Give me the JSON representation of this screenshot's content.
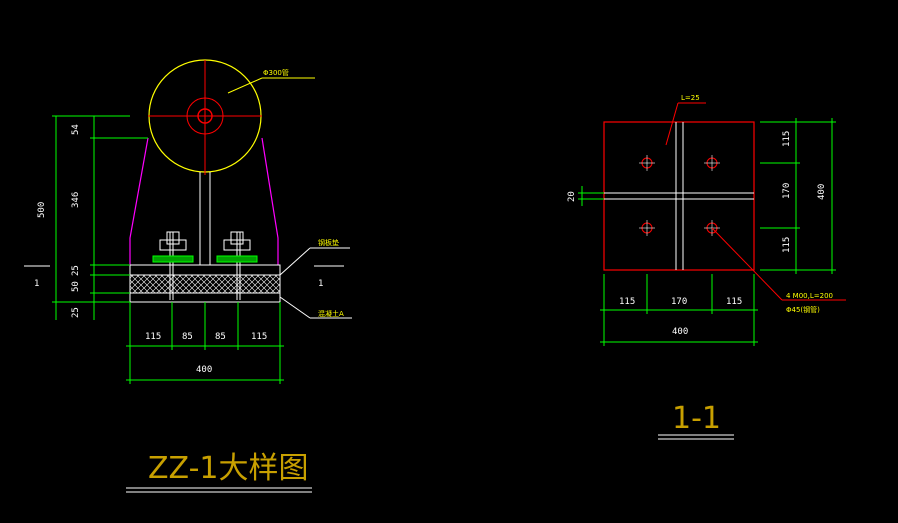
{
  "colors": {
    "background": "#000000",
    "dimension": "#00ff00",
    "text": "#ffffff",
    "annotation": "#ffff00",
    "centerline": "#ff0000",
    "bracket": "#ff00ff",
    "outline": "#ff0000",
    "title": "#c8a000"
  },
  "left_view": {
    "pipe_label": "Φ300管",
    "top_dims": [
      "54",
      "346",
      "25",
      "50",
      "25"
    ],
    "total_height": "500",
    "bottom_dims": [
      "115",
      "85",
      "85",
      "115"
    ],
    "bottom_total": "400",
    "callout_top": "钢板垫",
    "callout_bottom": "混凝土A",
    "section_mark_left": "1",
    "section_mark_right": "1",
    "title": "ZZ-1大样图"
  },
  "right_view": {
    "plate_label": "L=25",
    "left_dim": "20",
    "right_dims": [
      "115",
      "170",
      "115"
    ],
    "right_total": "400",
    "bottom_dims": [
      "115",
      "170",
      "115"
    ],
    "bottom_total": "400",
    "bolt_note_1": "4 M00,L=200",
    "bolt_note_2": "Φ45(钢管)",
    "title": "1-1"
  }
}
